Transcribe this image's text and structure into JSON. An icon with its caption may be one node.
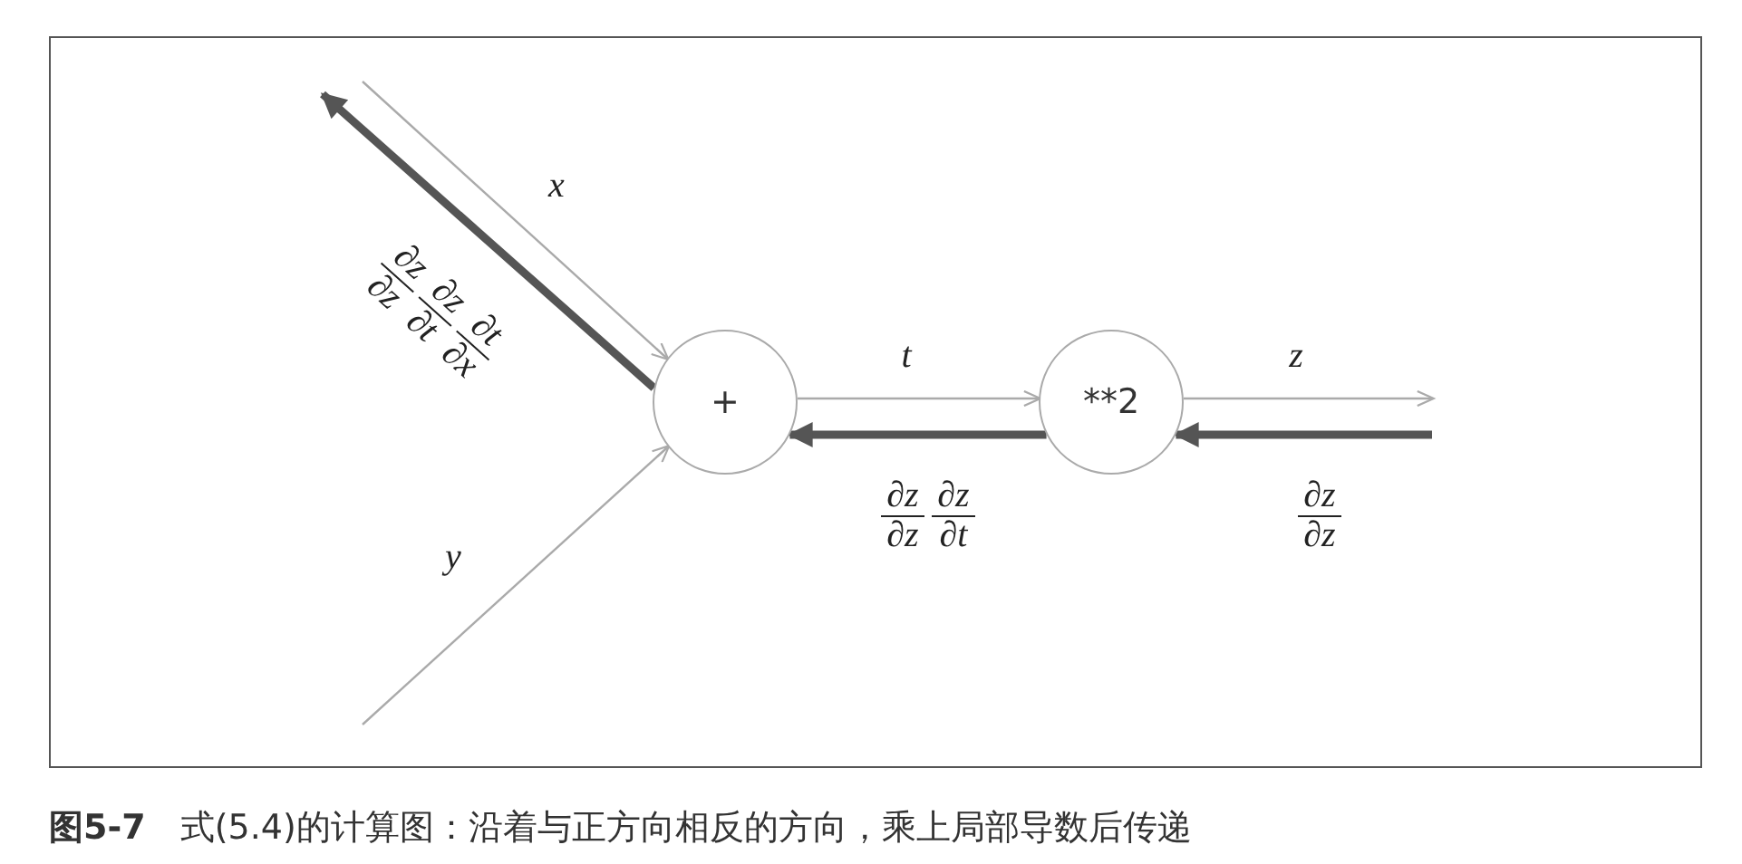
{
  "diagram": {
    "caption": "**图5-7**　式(5.4)的计算图：沿着与正方向相反的方向，乘上局部导数后传递",
    "nodes": [
      {
        "text": [
          "+"
        ]
      },
      {
        "text": [
          "**2"
        ]
      }
    ],
    "edges": [
      {
        "from": null,
        "to": 0,
        "arrow": "to",
        "label": "x"
      },
      {
        "from": null,
        "to": 0,
        "arrow": "to",
        "label": "y"
      },
      {
        "from": 0,
        "to": 1,
        "arrow": "to",
        "label": "t"
      },
      {
        "from": 1,
        "to": null,
        "arrow": "to",
        "label": "z"
      },
      {
        "from": null,
        "to": 1,
        "arrow": "to",
        "label": "∂z ∂z",
        "style": "thick",
        "color": "#555555"
      },
      {
        "from": 1,
        "to": 0,
        "arrow": "to",
        "label": "∂z ∂z ∂z ∂t",
        "style": "thick",
        "color": "#555555"
      },
      {
        "from": 0,
        "to": null,
        "arrow": "to",
        "label": "∂z ∂z ∂t ∂z ∂t ∂x",
        "style": "thick",
        "color": "#555555"
      }
    ]
  }
}
